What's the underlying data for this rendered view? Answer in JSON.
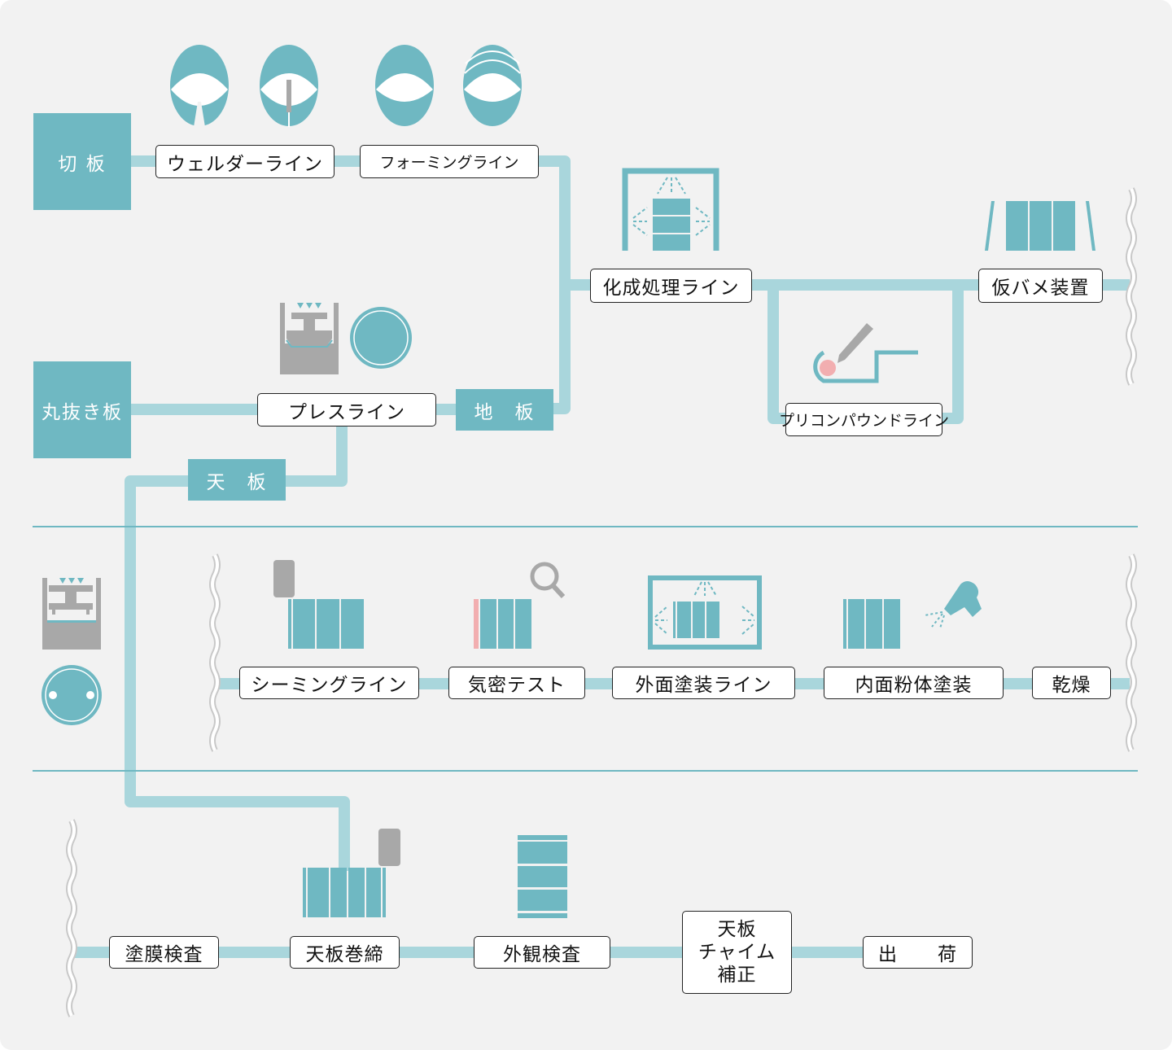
{
  "colors": {
    "background": "#f2f2f2",
    "pipe": "#a9d6dc",
    "accent": "#6fb8c2",
    "divider": "#6fb8c2",
    "machine_gray": "#a8a8a8",
    "highlight_pink": "#f2aeb0",
    "label_border": "#222222"
  },
  "materials": {
    "cut_plate": "切 板",
    "round_blank": "丸抜き板",
    "bottom_plate": "地　板",
    "top_plate": "天　板"
  },
  "section1": {
    "welder_line": "ウェルダーライン",
    "forming_line": "フォーミングライン",
    "chemical_treatment_line": "化成処理ライン",
    "temp_fitting_device": "仮バメ装置",
    "press_line": "プレスライン",
    "compound_line": "プリコンパウンドライン"
  },
  "section2": {
    "seaming_line": "シーミングライン",
    "airtight_test": "気密テスト",
    "exterior_coating_line": "外面塗装ライン",
    "interior_powder_coating": "内面粉体塗装",
    "drying": "乾燥"
  },
  "section3": {
    "coating_inspection": "塗膜検査",
    "top_seaming": "天板巻締",
    "visual_inspection": "外観検査",
    "chime_correction": [
      "天板",
      "チャイム",
      "補正"
    ],
    "shipping": [
      "出",
      "荷"
    ]
  },
  "icons": [
    "welder-can-open-icon",
    "welder-can-weld-icon",
    "forming-can-icon",
    "forming-can-stacked-icon",
    "chemical-booth-icon",
    "temp-fitting-icon",
    "compound-applicator-icon",
    "press-machine-icon",
    "round-plate-icon",
    "seamer-roll-icon",
    "magnifier-icon",
    "coating-booth-icon",
    "spray-gun-icon",
    "drum-icon",
    "break-mark-icon"
  ]
}
